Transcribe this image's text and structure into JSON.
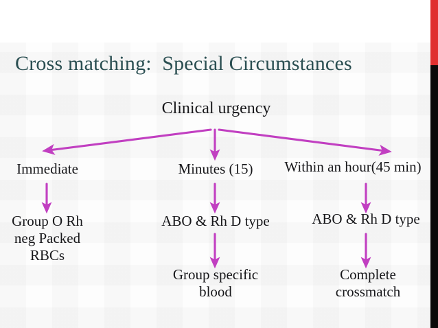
{
  "slide": {
    "title": "Cross matching:  Special Circumstances",
    "title_color": "#2b4f52",
    "background_color": "#fdfdfd",
    "accent_bar_red": "#e03030",
    "accent_bar_black": "#0a0a0a",
    "arrow_color": "#c13fc1"
  },
  "diagram": {
    "root": {
      "label": "Clinical urgency"
    },
    "branches": [
      {
        "urgency": "Immediate",
        "action": "Group O Rh\nneg Packed\nRBCs",
        "followup": ""
      },
      {
        "urgency": "Minutes (15)",
        "action": "ABO & Rh D type",
        "followup": "Group specific\nblood"
      },
      {
        "urgency": "Within an hour(45 min)",
        "action": "ABO & Rh D type",
        "followup": "Complete\ncrossmatch"
      }
    ]
  }
}
